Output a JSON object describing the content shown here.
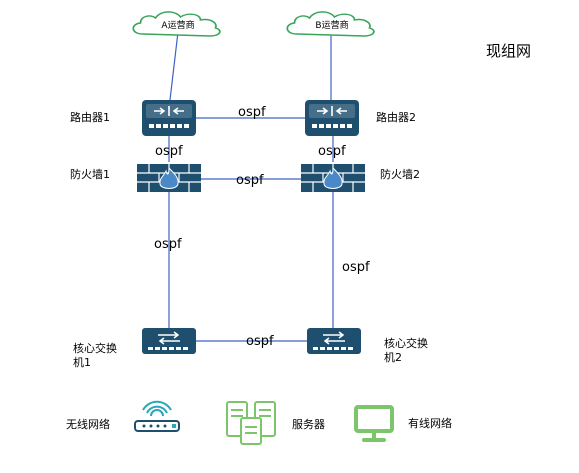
{
  "title": "现组网",
  "isp": {
    "a": "A运营商",
    "b": "B运营商"
  },
  "routers": {
    "r1": "路由器1",
    "r2": "路由器2"
  },
  "firewalls": {
    "f1": "防火墙1",
    "f2": "防火墙2"
  },
  "core_switches": {
    "s1_line1": "核心交换",
    "s1_line2": "机1",
    "s2_line1": "核心交换",
    "s2_line2": "机2"
  },
  "links": {
    "router_router": "ospf",
    "r1_fw1": "ospf",
    "r2_fw2": "ospf",
    "fw_fw": "ospf",
    "fw1_sw1": "ospf",
    "fw2_sw2": "ospf",
    "sw_sw": "ospf"
  },
  "legend": {
    "wireless": "无线网络",
    "server": "服务器",
    "wired": "有线网络"
  },
  "colors": {
    "device": "#1f4f6e",
    "line": "#3f63c4",
    "cloud": "#3aa55a",
    "firewall": "#1f4f6e",
    "flame": "#4a89c8",
    "legend_green": "#7dc56a",
    "legend_teal": "#2aa7b8"
  }
}
